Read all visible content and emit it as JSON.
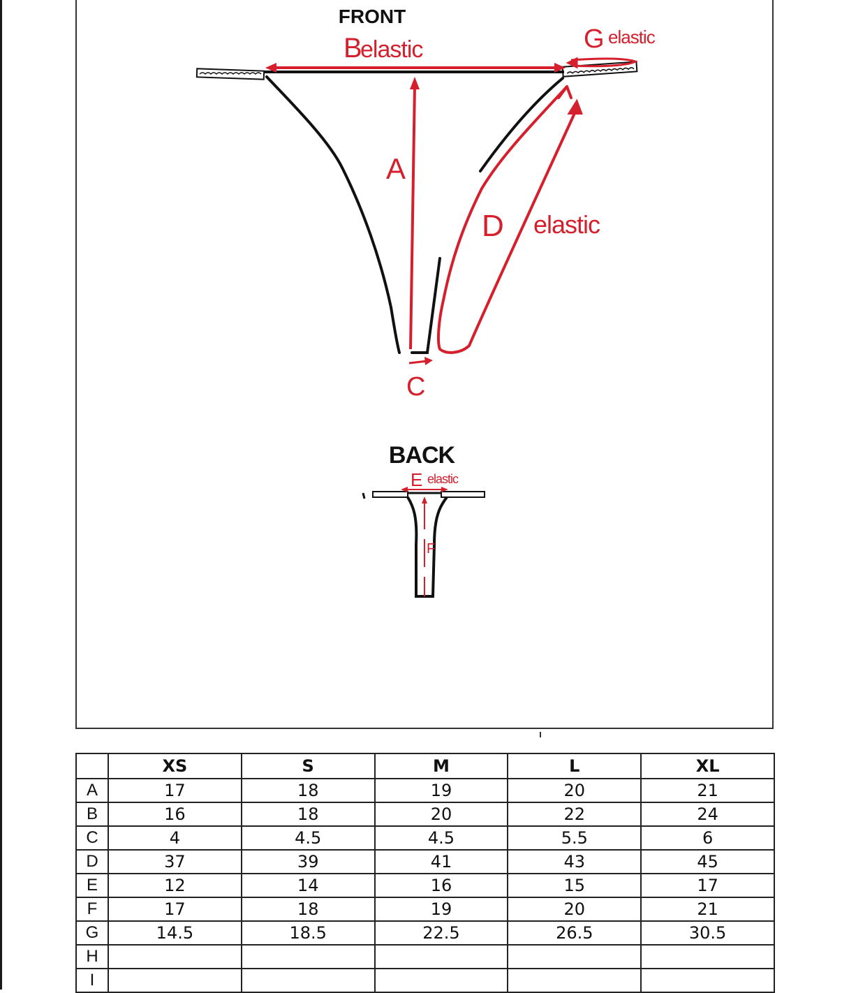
{
  "front": {
    "title": "FRONT",
    "label_b": "B",
    "label_b_word": "elastic",
    "label_g": "G",
    "label_g_word": "elastic",
    "label_a": "A",
    "label_d": "D",
    "label_d_word": "elastic",
    "label_c": "C"
  },
  "back": {
    "title": "BACK",
    "label_e": "E",
    "label_e_word": "elastic",
    "label_f": "F"
  },
  "colors": {
    "accent_red": "#d61f2c",
    "line_black": "#111111"
  },
  "table": {
    "headers": [
      "",
      "XS",
      "S",
      "M",
      "L",
      "XL"
    ],
    "rows": [
      {
        "label": "A",
        "values": [
          "17",
          "18",
          "19",
          "20",
          "21"
        ]
      },
      {
        "label": "B",
        "values": [
          "16",
          "18",
          "20",
          "22",
          "24"
        ]
      },
      {
        "label": "C",
        "values": [
          "4",
          "4.5",
          "4.5",
          "5.5",
          "6"
        ]
      },
      {
        "label": "D",
        "values": [
          "37",
          "39",
          "41",
          "43",
          "45"
        ]
      },
      {
        "label": "E",
        "values": [
          "12",
          "14",
          "16",
          "15",
          "17"
        ]
      },
      {
        "label": "F",
        "values": [
          "17",
          "18",
          "19",
          "20",
          "21"
        ]
      },
      {
        "label": "G",
        "values": [
          "14.5",
          "18.5",
          "22.5",
          "26.5",
          "30.5"
        ]
      },
      {
        "label": "H",
        "values": [
          "",
          "",
          "",
          "",
          ""
        ]
      },
      {
        "label": "I",
        "values": [
          "",
          "",
          "",
          "",
          ""
        ]
      }
    ]
  }
}
